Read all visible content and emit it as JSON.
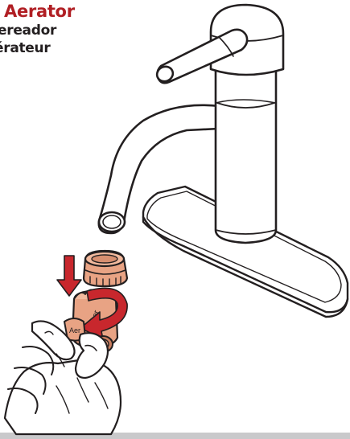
{
  "heading": {
    "english": "Aerator",
    "spanish": "ereador",
    "french": "érateur"
  },
  "illustration": {
    "aerator_tag_text": "Aer",
    "aerator_body_text": "Aer",
    "colors": {
      "outline": "#231f20",
      "faucet_fill": "#ffffff",
      "aerator_fill": "#e8a384",
      "aerator_shadow": "#c97d5e",
      "arrow_red": "#c8272d",
      "footer_bar": "#c9c9cb"
    }
  }
}
